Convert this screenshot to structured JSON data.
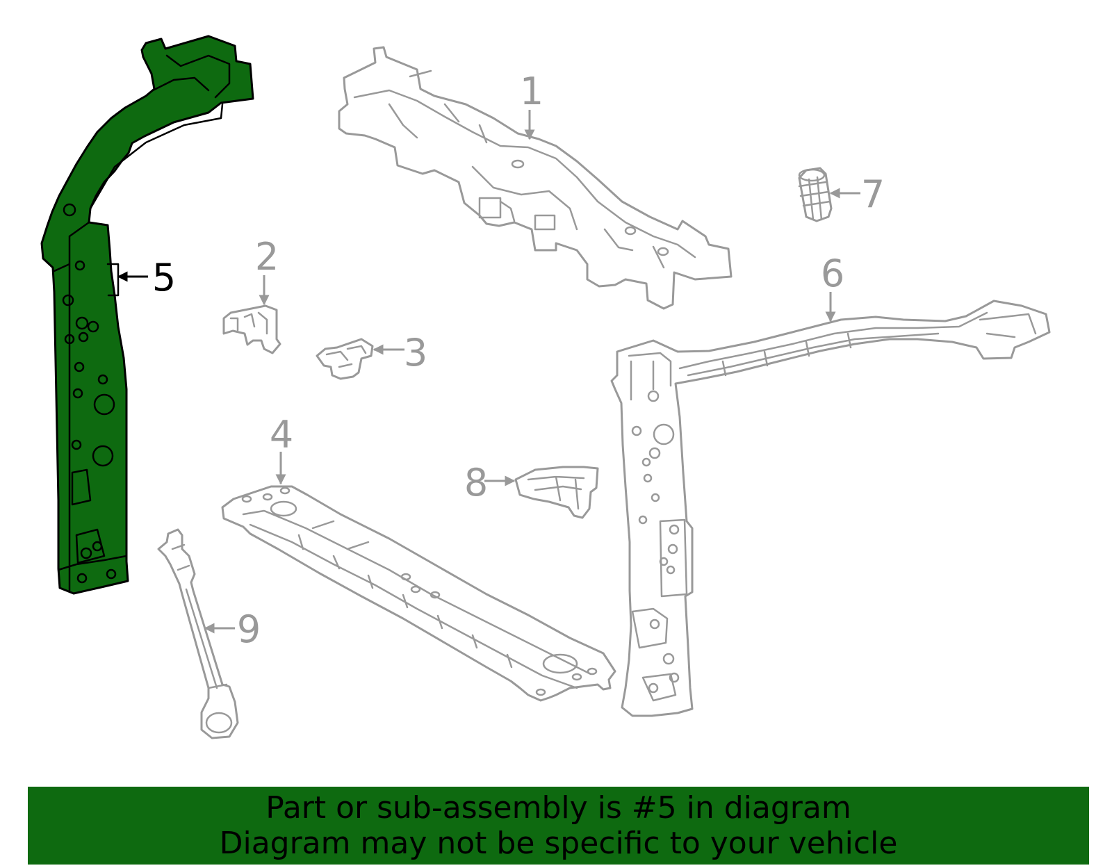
{
  "callouts": {
    "c1": "1",
    "c2": "2",
    "c3": "3",
    "c4": "4",
    "c5": "5",
    "c6": "6",
    "c7": "7",
    "c8": "8",
    "c9": "9"
  },
  "banner": {
    "line1": "Part or sub-assembly is #5 in diagram",
    "line2": "Diagram may not be specific to your vehicle"
  },
  "colors": {
    "highlight_fill": "#0e6a10",
    "highlight_stroke": "#000000",
    "part_stroke": "#999999",
    "banner_bg": "#0e6a10",
    "banner_text": "#000000",
    "highlight_callout": "#000000",
    "callout_color": "#999999"
  },
  "highlighted_part": "5"
}
